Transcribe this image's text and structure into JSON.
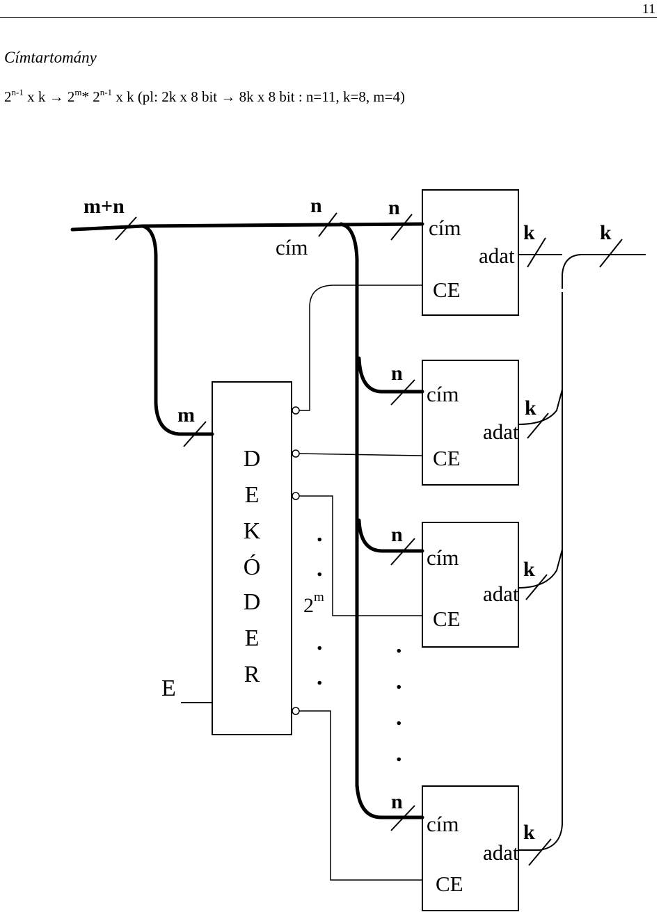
{
  "page": {
    "number": "11"
  },
  "heading": "Címtartomány",
  "formula": {
    "a_base": "2",
    "a_exp": "n-1",
    "a_tail": " x k ",
    "arrow1": "→",
    "b_base": " 2",
    "b_exp": "m",
    "b_mid": "* 2",
    "b_exp2": "n-1",
    "b_tail": " x k   (pl: 2k x 8 bit ",
    "arrow2": "→",
    "c_text": " 8k x 8 bit : n=11, k=8, m=4)"
  },
  "diagram": {
    "bus_labels": {
      "top_left": "m+n",
      "top_mid": "n",
      "addr": "cím",
      "decoder_in": "m",
      "enable": "E",
      "outputs_base": "2",
      "outputs_exp": "m"
    },
    "decoder_letters": [
      "D",
      "E",
      "K",
      "Ó",
      "D",
      "E",
      "R"
    ],
    "chip": {
      "addr_label": "cím",
      "data_label": "adat",
      "enable_label": "CE"
    },
    "width_n": "n",
    "width_k": "k",
    "ellipsis_dot": "."
  }
}
